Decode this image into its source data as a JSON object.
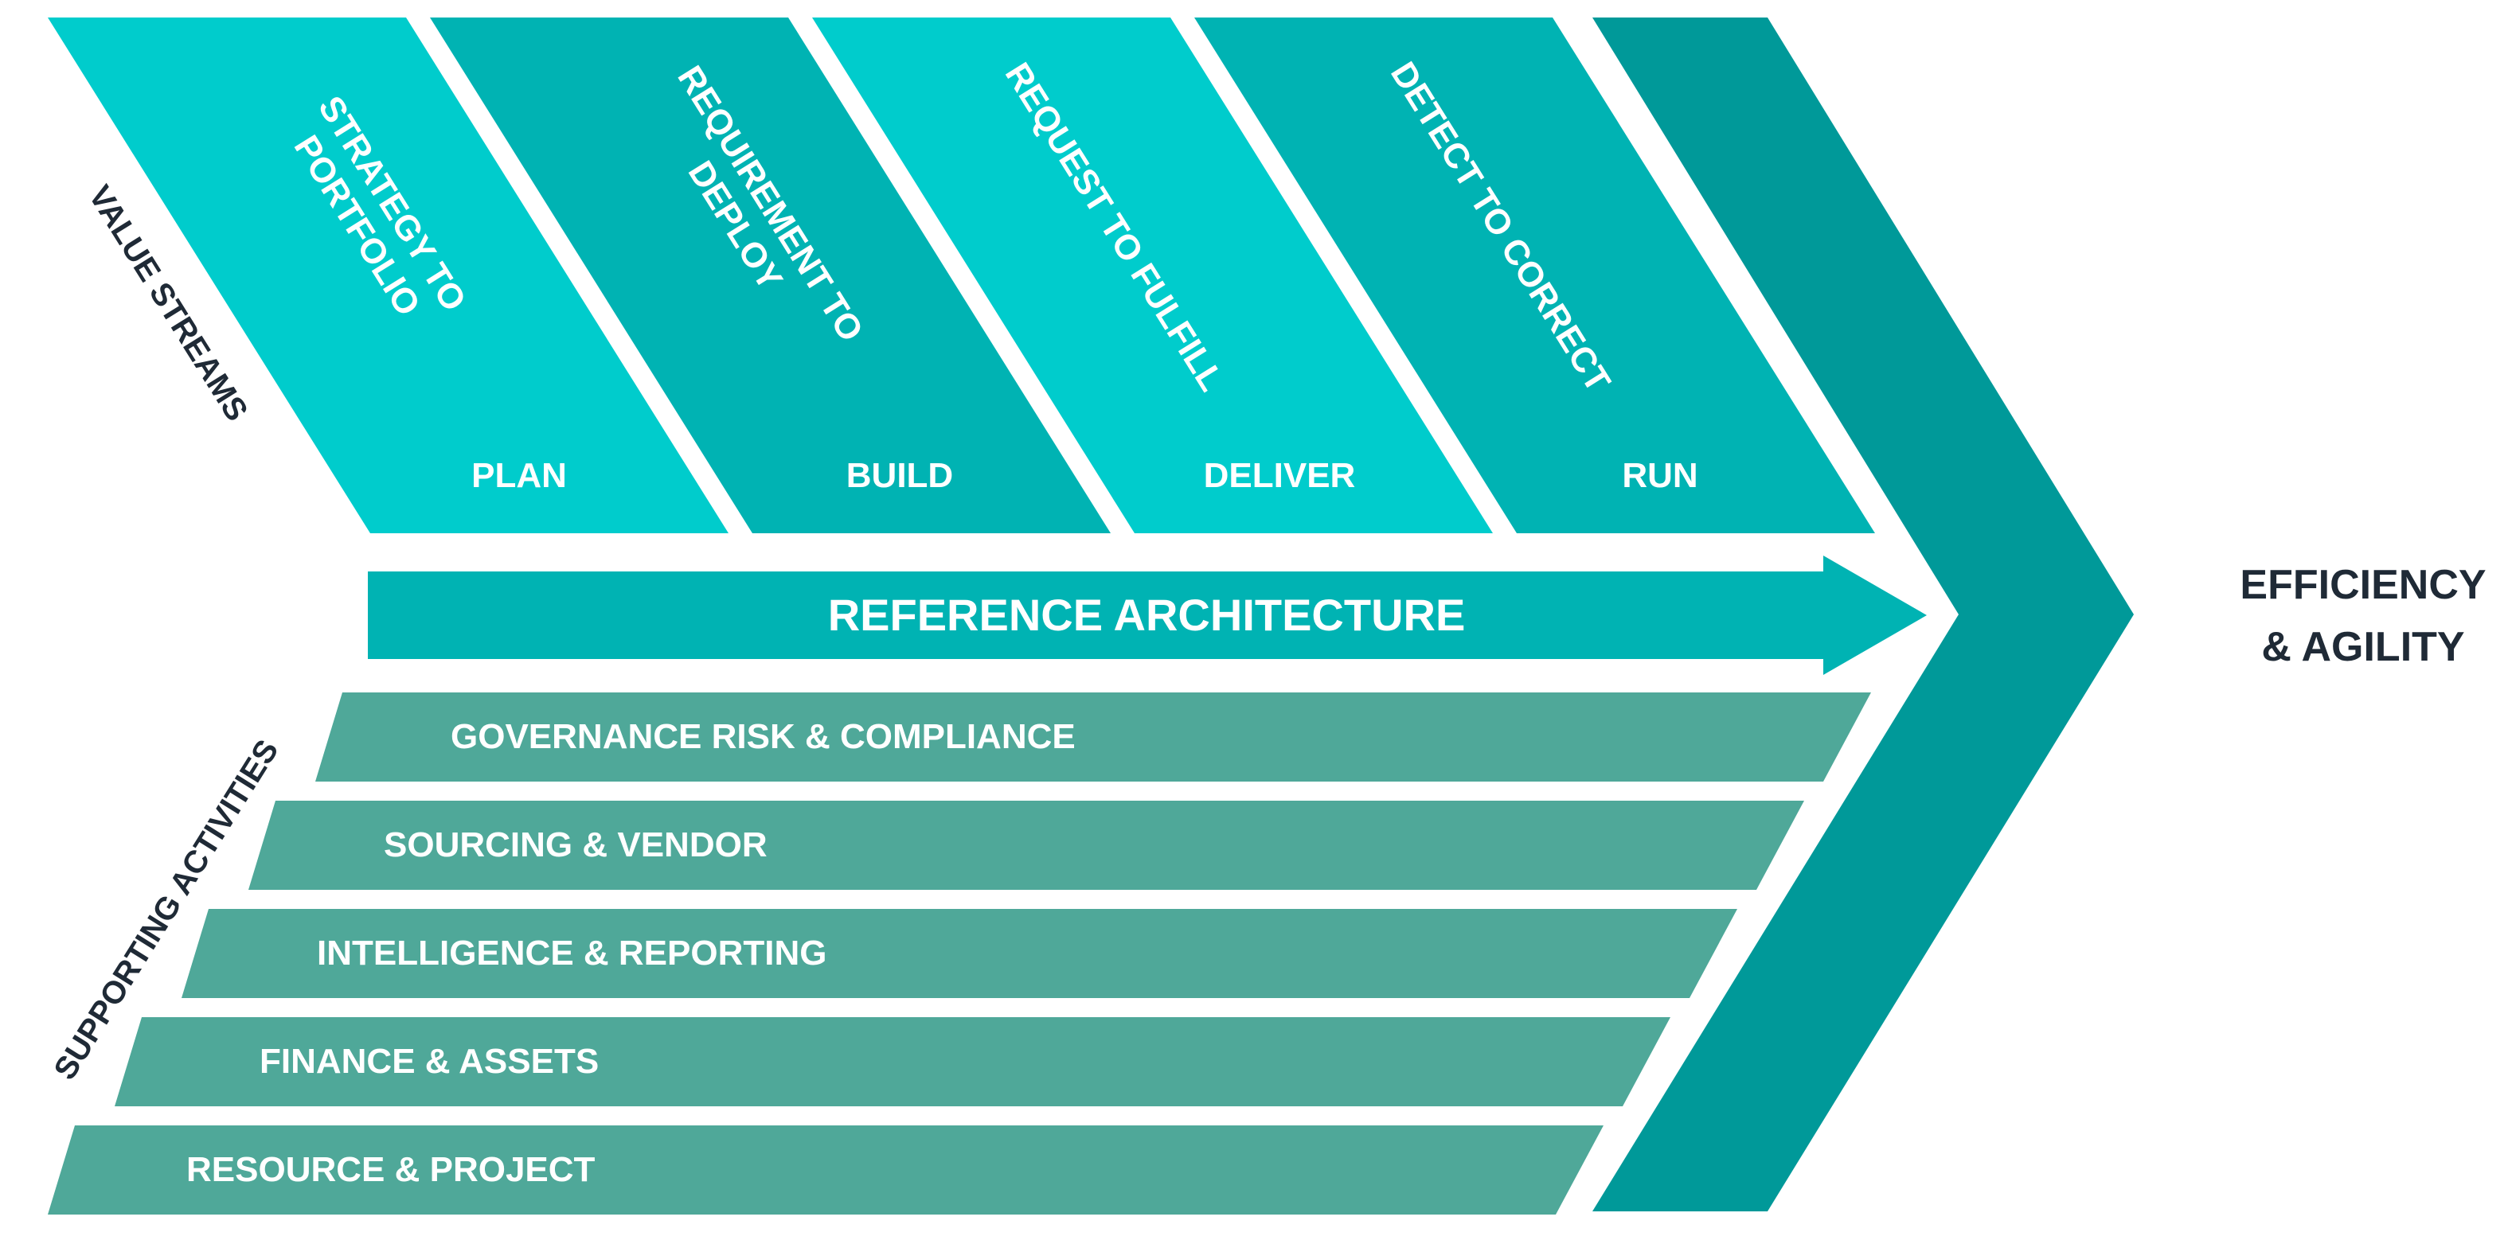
{
  "value_streams_label": "VALUE STREAMS",
  "supporting_activities_label": "SUPPORTING ACTIVITIES",
  "value_streams": [
    {
      "name_line1": "STRATEGY TO",
      "name_line2": "PORTFOLIO",
      "phase": "PLAN",
      "color": "#00cccc"
    },
    {
      "name_line1": "REQUIREMENT TO",
      "name_line2": "DEPLOY",
      "phase": "BUILD",
      "color": "#00b3b3"
    },
    {
      "name_line1": "REQUEST TO FULFILL",
      "name_line2": "",
      "phase": "DELIVER",
      "color": "#00cccc"
    },
    {
      "name_line1": "DETECT TO CORRECT",
      "name_line2": "",
      "phase": "RUN",
      "color": "#00b3b3"
    }
  ],
  "reference_architecture": {
    "label": "REFERENCE ARCHITECTURE",
    "color": "#00b3b3"
  },
  "supporting_activities": [
    {
      "label": "GOVERNANCE RISK & COMPLIANCE"
    },
    {
      "label": "SOURCING & VENDOR"
    },
    {
      "label": "INTELLIGENCE & REPORTING"
    },
    {
      "label": "FINANCE & ASSETS"
    },
    {
      "label": "RESOURCE & PROJECT"
    }
  ],
  "outcome": {
    "line1": "EFFICIENCY",
    "line2": "& AGILITY"
  },
  "colors": {
    "stream_light": "#00cccc",
    "stream_dark": "#00b3b3",
    "support_band": "#4fa899",
    "chevron": "#009999",
    "dark_text": "#1f2a36"
  }
}
